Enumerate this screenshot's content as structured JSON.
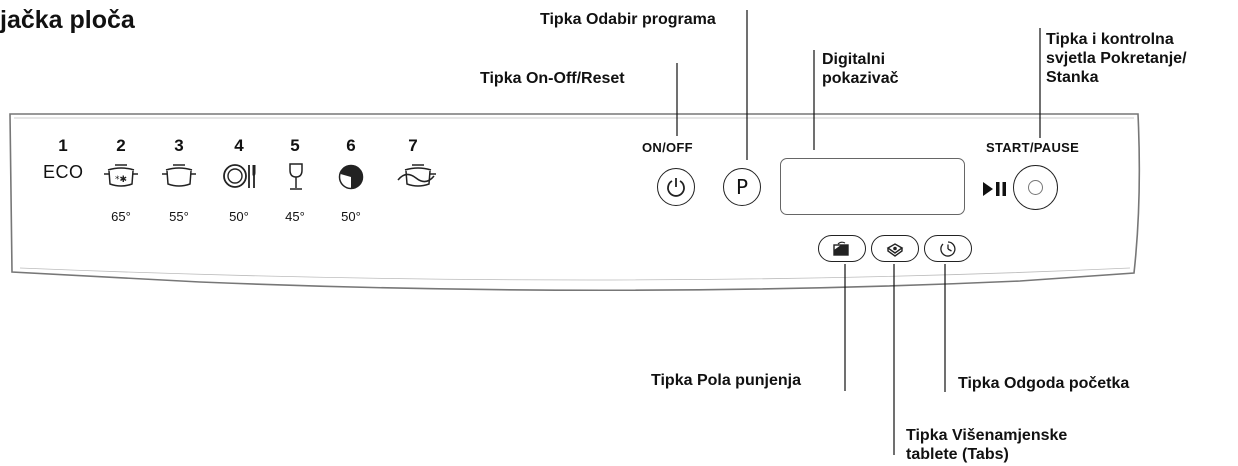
{
  "title": "jačka ploča",
  "callouts": {
    "program_button": "Tipka Odabir programa",
    "onoff_button": "Tipka On-Off/Reset",
    "display_line1": "Digitalni",
    "display_line2": "pokazivač",
    "start_line1": "Tipka i kontrolna",
    "start_line2": "svjetla Pokretanje/",
    "start_line3": "Stanka",
    "half_load": "Tipka Pola punjenja",
    "delay_start": "Tipka Odgoda početka",
    "tabs_line1": "Tipka Višenamjenske",
    "tabs_line2": "tablete (Tabs)"
  },
  "panel": {
    "onoff_label": "ON/OFF",
    "start_pause_label": "START/PAUSE",
    "program_button_text": "P",
    "programs": [
      {
        "number": "1",
        "name": "ECO",
        "temp": "",
        "icon": "eco-text"
      },
      {
        "number": "2",
        "name": "",
        "temp": "65°",
        "icon": "pot-intensive-icon"
      },
      {
        "number": "3",
        "name": "",
        "temp": "55°",
        "icon": "pot-icon"
      },
      {
        "number": "4",
        "name": "",
        "temp": "50°",
        "icon": "plate-cutlery-icon"
      },
      {
        "number": "5",
        "name": "",
        "temp": "45°",
        "icon": "wine-glass-icon"
      },
      {
        "number": "6",
        "name": "",
        "temp": "50°",
        "icon": "half-clock-icon"
      },
      {
        "number": "7",
        "name": "",
        "temp": "",
        "icon": "pot-wave-icon"
      }
    ]
  }
}
